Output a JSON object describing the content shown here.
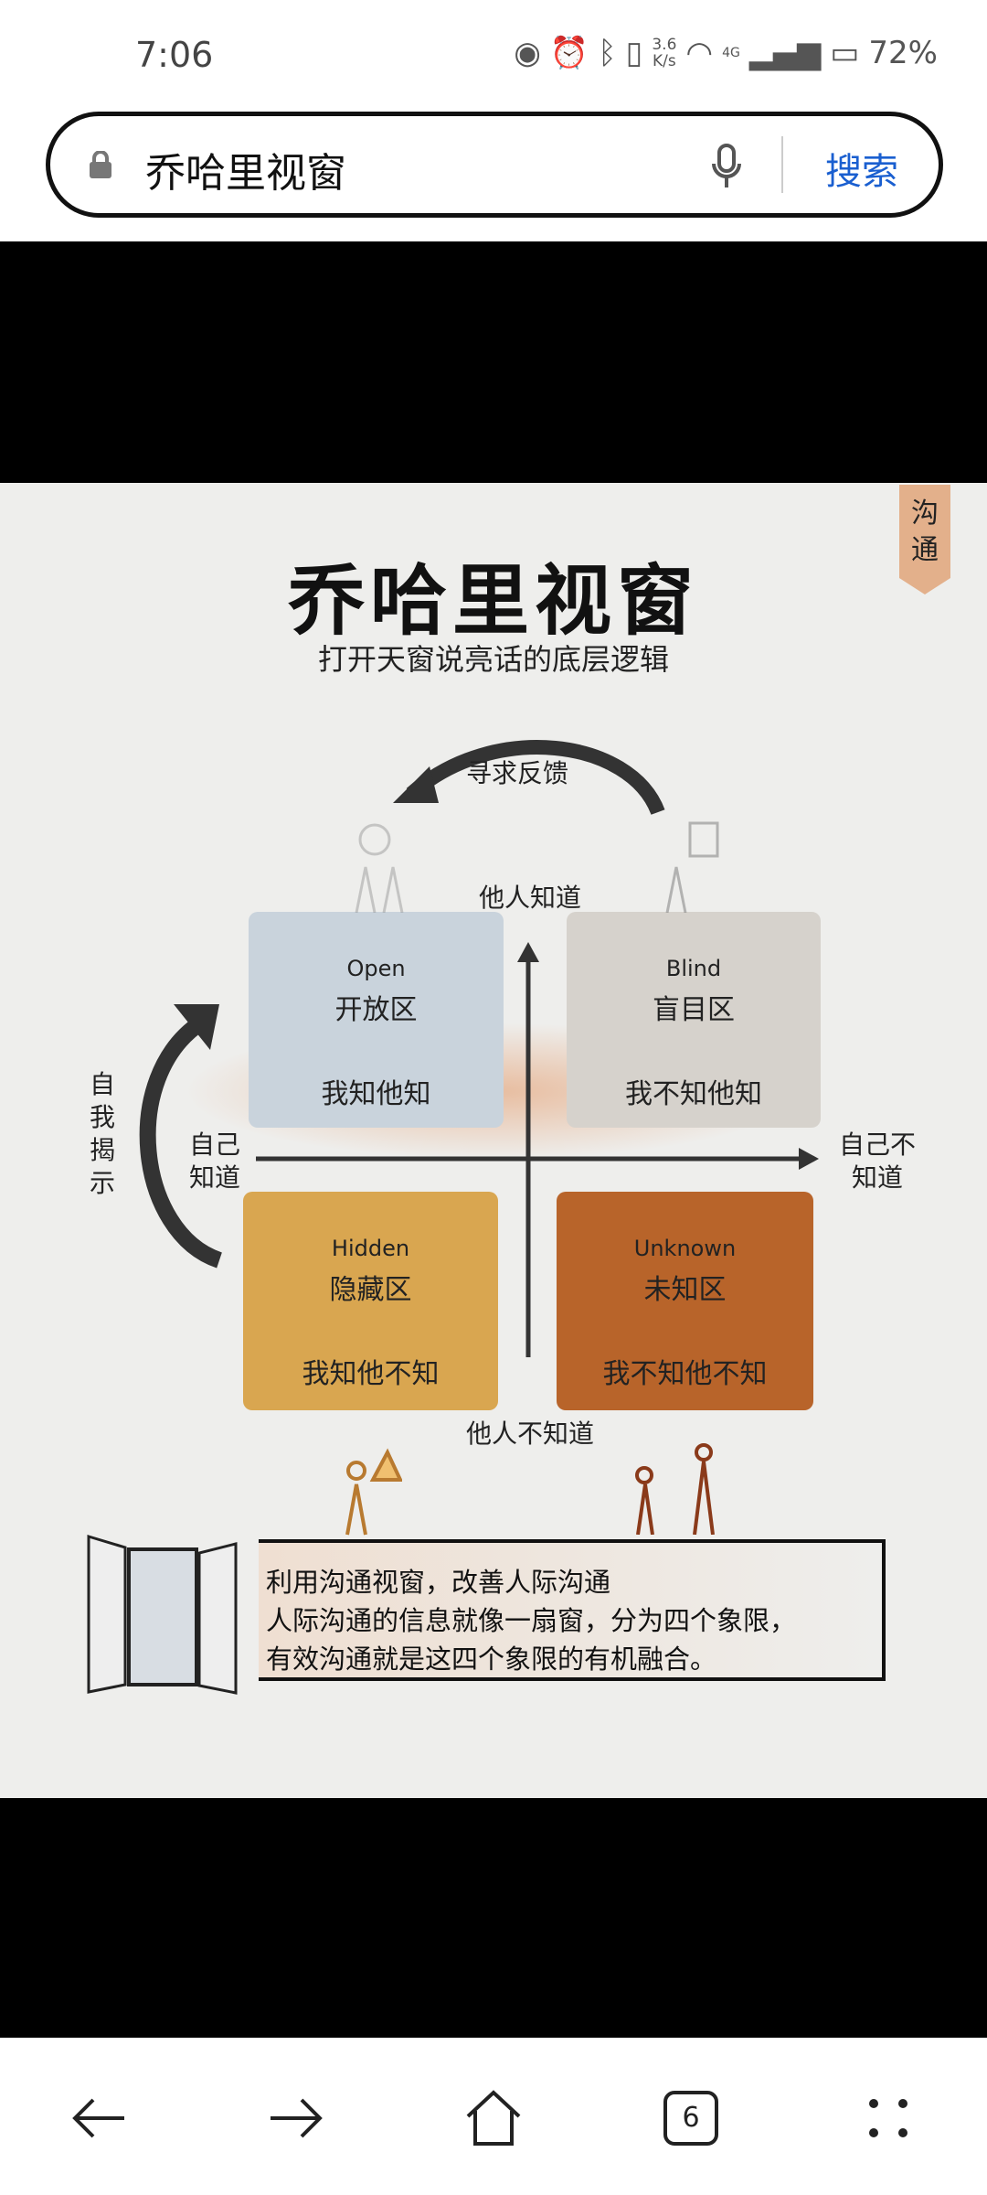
{
  "status_bar": {
    "time": "7:06",
    "net_speed_top": "3.6",
    "net_speed_bottom": "K/s",
    "network": "4G",
    "battery": "72%"
  },
  "search_bar": {
    "query": "乔哈里视窗",
    "search_button": "搜索"
  },
  "image": {
    "tag": "沟通",
    "title": "乔哈里视窗",
    "subtitle": "打开天窗说亮话的底层逻辑",
    "top_arrow_label": "寻求反馈",
    "left_arrow_label": "自我揭示",
    "axis_top": "他人知道",
    "axis_bottom": "他人不知道",
    "axis_left": "自己知道",
    "axis_right": "自己不知道",
    "quadrants": [
      {
        "en": "Open",
        "zh": "开放区",
        "phrase": "我知他知",
        "color": "#c9d3dc"
      },
      {
        "en": "Blind",
        "zh": "盲目区",
        "phrase": "我不知他知",
        "color": "#d6d2cc"
      },
      {
        "en": "Hidden",
        "zh": "隐藏区",
        "phrase": "我知他不知",
        "color": "#d9a650"
      },
      {
        "en": "Unknown",
        "zh": "未知区",
        "phrase": "我不知他不知",
        "color": "#b8642a"
      }
    ],
    "text_lines": [
      "利用沟通视窗，改善人际沟通",
      "人际沟通的信息就像一扇窗，分为四个象限，",
      "有效沟通就是这四个象限的有机融合。"
    ]
  },
  "nav_bar": {
    "tabs_count": "6"
  }
}
